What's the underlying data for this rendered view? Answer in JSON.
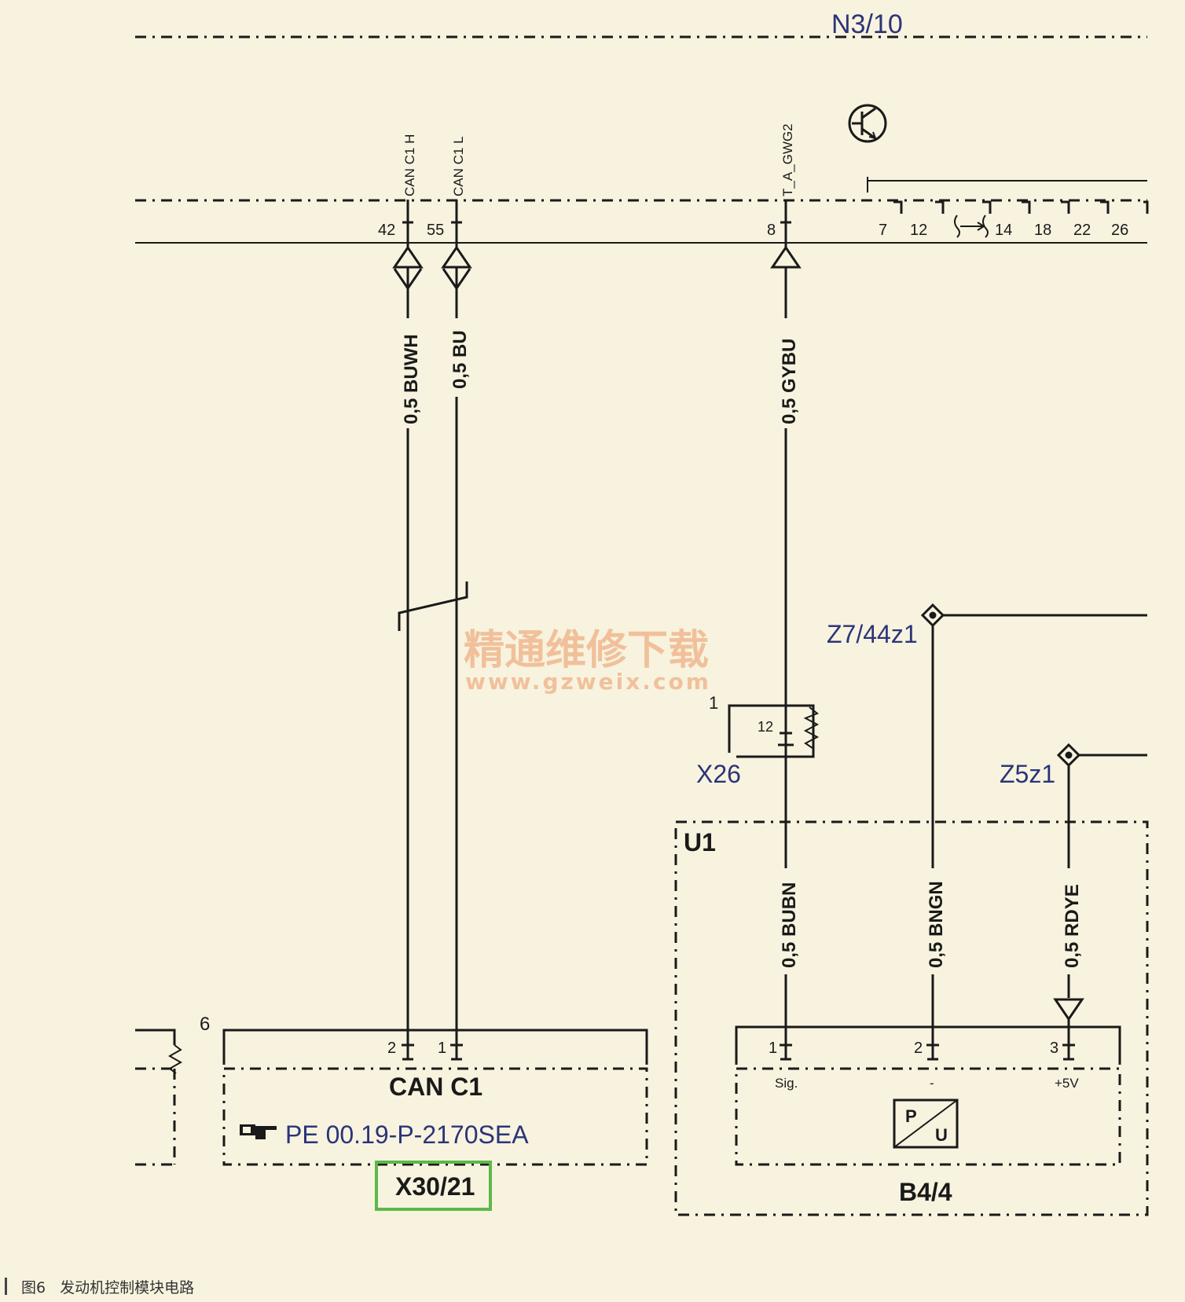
{
  "caption": {
    "figure": "图6",
    "title": "发动机控制模块电路"
  },
  "modules": {
    "ecu": "N3/10",
    "can_connector": "CAN C1",
    "can_reference": "PE 00.19-P-2170SEA",
    "can_connector_id": "X30/21",
    "sensor_unit": "U1",
    "sensor": "B4/4",
    "connector_x26": "X26",
    "junction_z7": "Z7/44z1",
    "junction_z5": "Z5z1"
  },
  "signals": {
    "can_h": "CAN C1 H",
    "can_l": "CAN C1 L",
    "gwg": "T_A_GWG2"
  },
  "pins": {
    "p42": "42",
    "p55": "55",
    "p8": "8",
    "p7": "7",
    "p12": "12",
    "p14": "14",
    "p18": "18",
    "p22": "22",
    "p26": "26",
    "x26_num": "1",
    "x26_pin": "12",
    "can_num": "6",
    "can_pin2": "2",
    "can_pin1": "1",
    "b44_pin1": "1",
    "b44_pin2": "2",
    "b44_pin3": "3",
    "sig": "Sig.",
    "gnd": "-",
    "plus5": "+5V",
    "pu_p": "P",
    "pu_u": "U"
  },
  "wires": {
    "w1": "0,5 BUWH",
    "w2": "0,5 BU",
    "w3": "0,5 GYBU",
    "w4": "0,5 BUBN",
    "w5": "0,5 BNGN",
    "w6": "0,5 RDYE"
  },
  "watermark": {
    "cn": "精通维修下载",
    "url": "www.gzweix.com"
  },
  "colors": {
    "line": "#1a1a1a",
    "label": "#2c3478",
    "highlight": "#5cb84a",
    "watermark": "#f0b890"
  }
}
